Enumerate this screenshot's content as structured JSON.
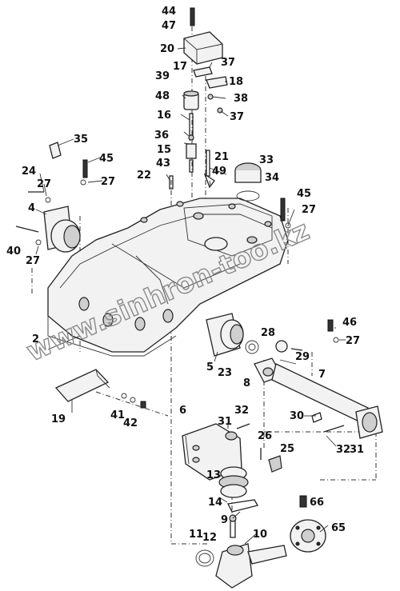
{
  "watermark": "www.sinhron-too.kz",
  "labels": [
    "44",
    "47",
    "20",
    "17",
    "37",
    "39",
    "18",
    "48",
    "38",
    "37",
    "16",
    "36",
    "15",
    "43",
    "21",
    "49",
    "33",
    "34",
    "22",
    "35",
    "45",
    "27",
    "24",
    "27",
    "4",
    "40",
    "27",
    "45",
    "27",
    "2",
    "46",
    "27",
    "28",
    "29",
    "5",
    "23",
    "8",
    "7",
    "19",
    "41",
    "42",
    "6",
    "31",
    "32",
    "30",
    "32",
    "31",
    "26",
    "25",
    "13",
    "14",
    "66",
    "9",
    "65",
    "11",
    "12",
    "10"
  ]
}
